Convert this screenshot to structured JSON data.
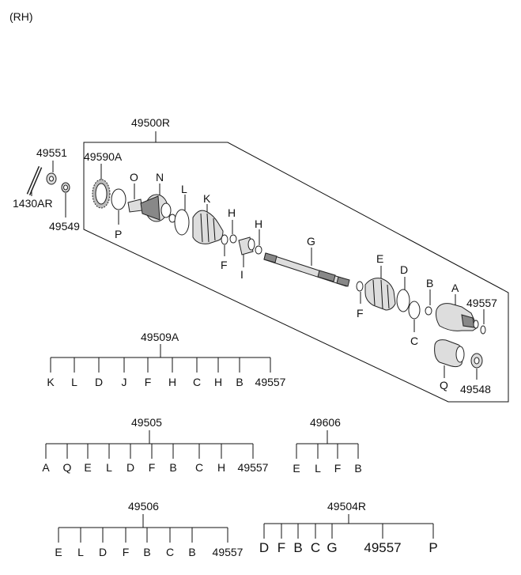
{
  "side": "(RH)",
  "assembly": "49500R",
  "parts": {
    "p49590A": "49590A",
    "p49551": "49551",
    "p1430AR": "1430AR",
    "p49549": "49549",
    "O": "O",
    "N": "N",
    "P": "P",
    "L": "L",
    "K": "K",
    "H1": "H",
    "H2": "H",
    "F1": "F",
    "I": "I",
    "G": "G",
    "E": "E",
    "D": "D",
    "F2": "F",
    "B": "B",
    "A": "A",
    "C": "C",
    "p49557": "49557",
    "Q": "Q",
    "p49548": "49548"
  },
  "kits": [
    {
      "number": "49509A",
      "items": [
        "K",
        "L",
        "D",
        "J",
        "F",
        "H",
        "C",
        "H",
        "B",
        "49557"
      ]
    },
    {
      "number": "49505",
      "items": [
        "A",
        "Q",
        "E",
        "L",
        "D",
        "F",
        "B",
        "C",
        "H",
        "49557"
      ]
    },
    {
      "number": "49606",
      "items": [
        "E",
        "L",
        "F",
        "B"
      ]
    },
    {
      "number": "49506",
      "items": [
        "E",
        "L",
        "D",
        "F",
        "B",
        "C",
        "B",
        "49557"
      ]
    },
    {
      "number": "49504R",
      "items": [
        "D",
        "F",
        "B",
        "C",
        "G",
        "49557",
        "P"
      ]
    }
  ]
}
